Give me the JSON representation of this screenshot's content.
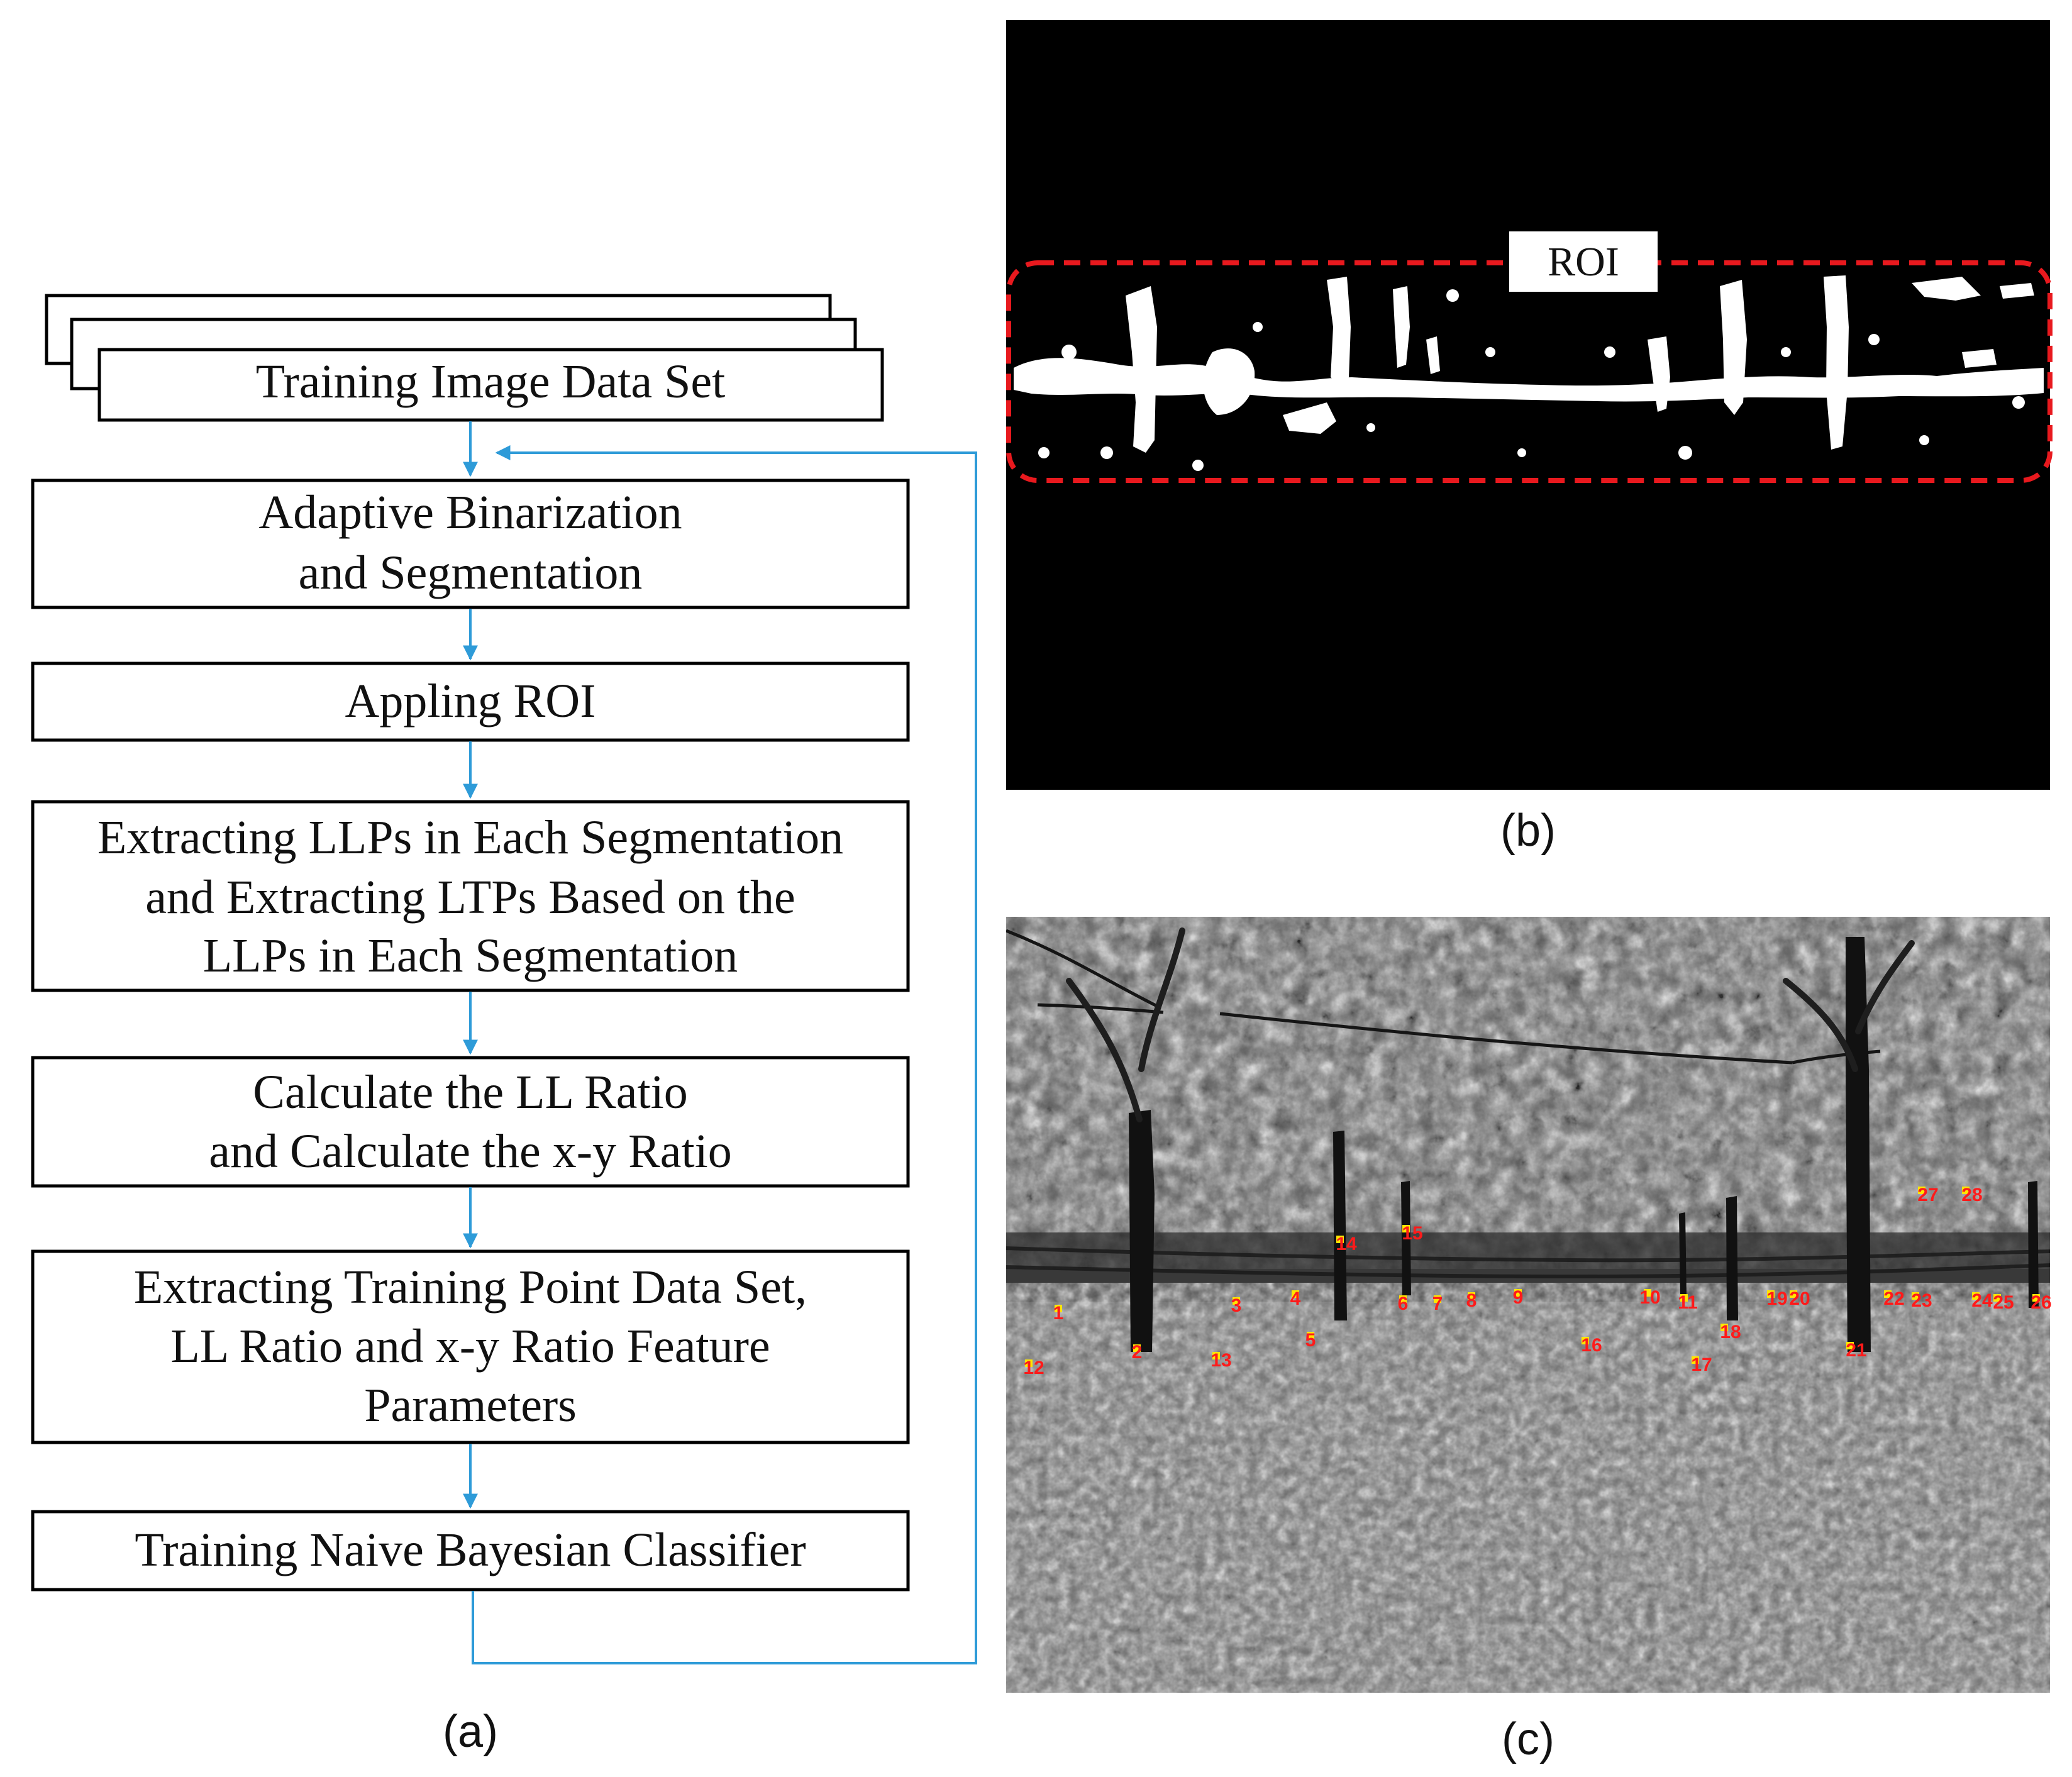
{
  "panel_a": {
    "dataset_label": "Training Image Data Set",
    "steps": [
      {
        "line1": "Adaptive Binarization",
        "line2": "and Segmentation"
      },
      {
        "line1": "Appling ROI"
      },
      {
        "line1": "Extracting LLPs in Each Segmentation",
        "line2": "and Extracting LTPs Based on the",
        "line3": "LLPs in Each Segmentation"
      },
      {
        "line1": "Calculate the LL Ratio",
        "line2": "and Calculate the x-y Ratio"
      },
      {
        "line1": "Extracting Training Point Data Set,",
        "line2": "LL Ratio and x-y Ratio Feature",
        "line3": "Parameters"
      },
      {
        "line1": "Training Naive Bayesian Classifier"
      }
    ],
    "caption": "(a)"
  },
  "panel_b": {
    "roi_label": "ROI",
    "caption": "(b)"
  },
  "panel_c": {
    "caption": "(c)",
    "point_labels": [
      "1",
      "2",
      "3",
      "4",
      "5",
      "6",
      "7",
      "8",
      "9",
      "10",
      "11",
      "12",
      "13",
      "14",
      "15",
      "16",
      "17",
      "18",
      "19",
      "20",
      "21",
      "22",
      "23",
      "24",
      "25",
      "26",
      "27",
      "28"
    ]
  },
  "colors": {
    "arrow": "#2e9bd8",
    "roi_box": "#e8191e",
    "point_marker": "#ffe600",
    "point_label": "#ff1a1a"
  }
}
